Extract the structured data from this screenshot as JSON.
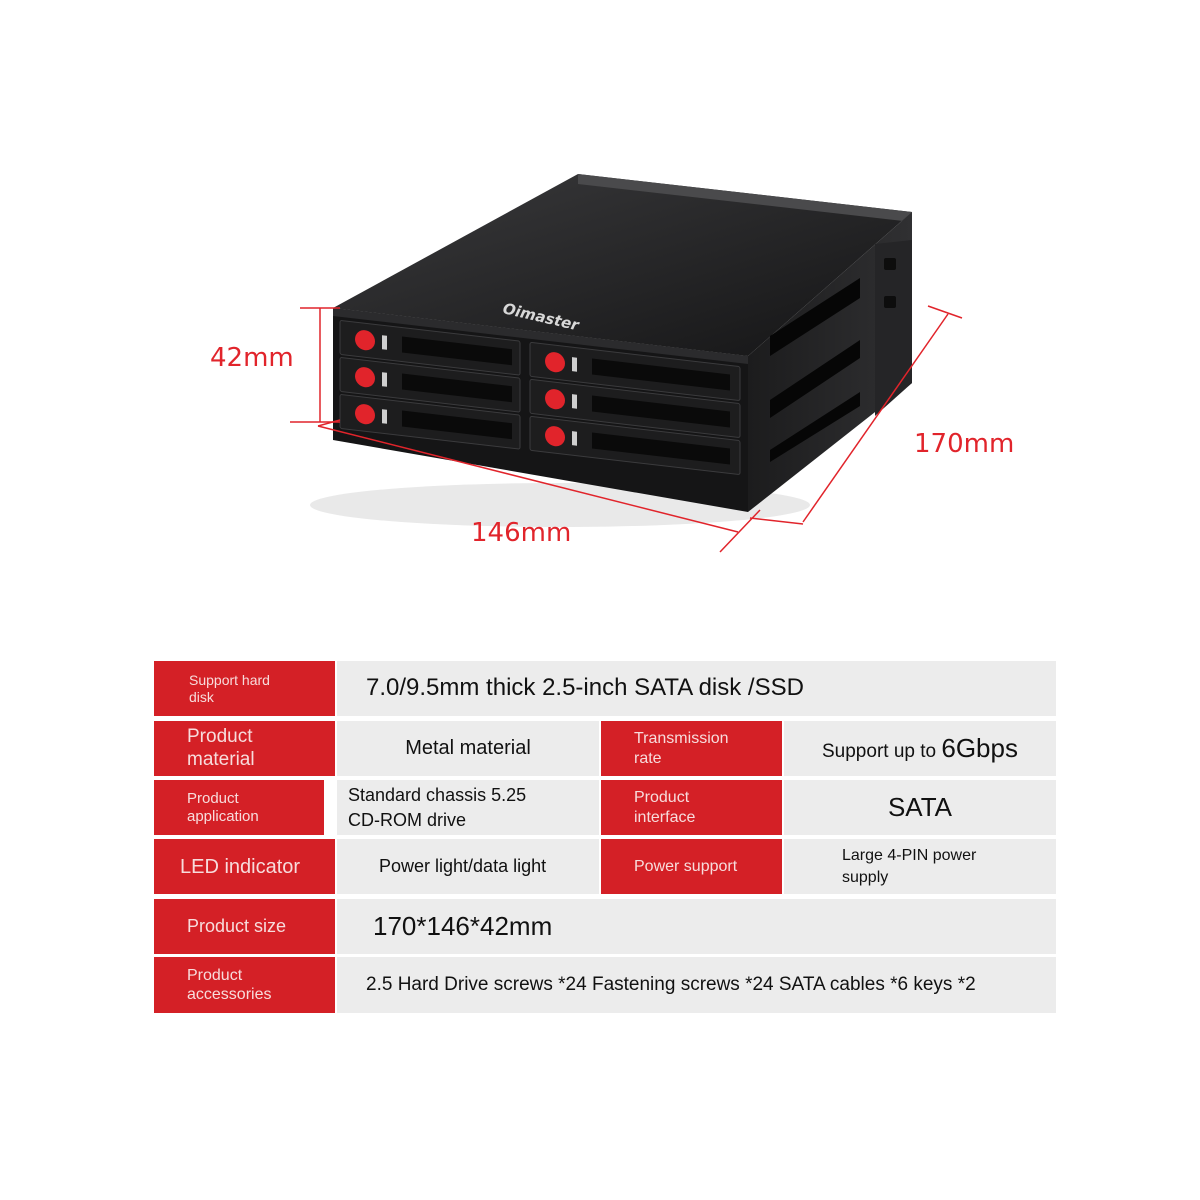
{
  "brand": {
    "logo_text": "Oimaster",
    "accent_color": "#e1242b",
    "header_color": "#d42026"
  },
  "dimensions": {
    "height": "42mm",
    "depth": "170mm",
    "width": "146mm"
  },
  "specs": {
    "support_hard_disk": {
      "label": "Support hard disk",
      "value": "7.0/9.5mm thick 2.5-inch SATA disk /SSD"
    },
    "product_material": {
      "label": "Product material",
      "value": "Metal material"
    },
    "transmission_rate": {
      "label": "Transmission rate",
      "value_prefix": "Support up to ",
      "value_emph": "6Gbps"
    },
    "product_application": {
      "label": "Product application",
      "value": "Standard chassis 5.25 CD-ROM drive"
    },
    "product_interface": {
      "label": "Product interface",
      "value": "SATA"
    },
    "led_indicator": {
      "label": "LED indicator",
      "value": "Power light/data light"
    },
    "power_support": {
      "label": "Power support",
      "value": "Large 4-PIN power supply"
    },
    "product_size": {
      "label": "Product size",
      "value": "170*146*42mm"
    },
    "product_accessories": {
      "label": "Product accessories",
      "value": "2.5 Hard Drive screws *24 Fastening screws *24 SATA cables *6 keys *2"
    }
  }
}
